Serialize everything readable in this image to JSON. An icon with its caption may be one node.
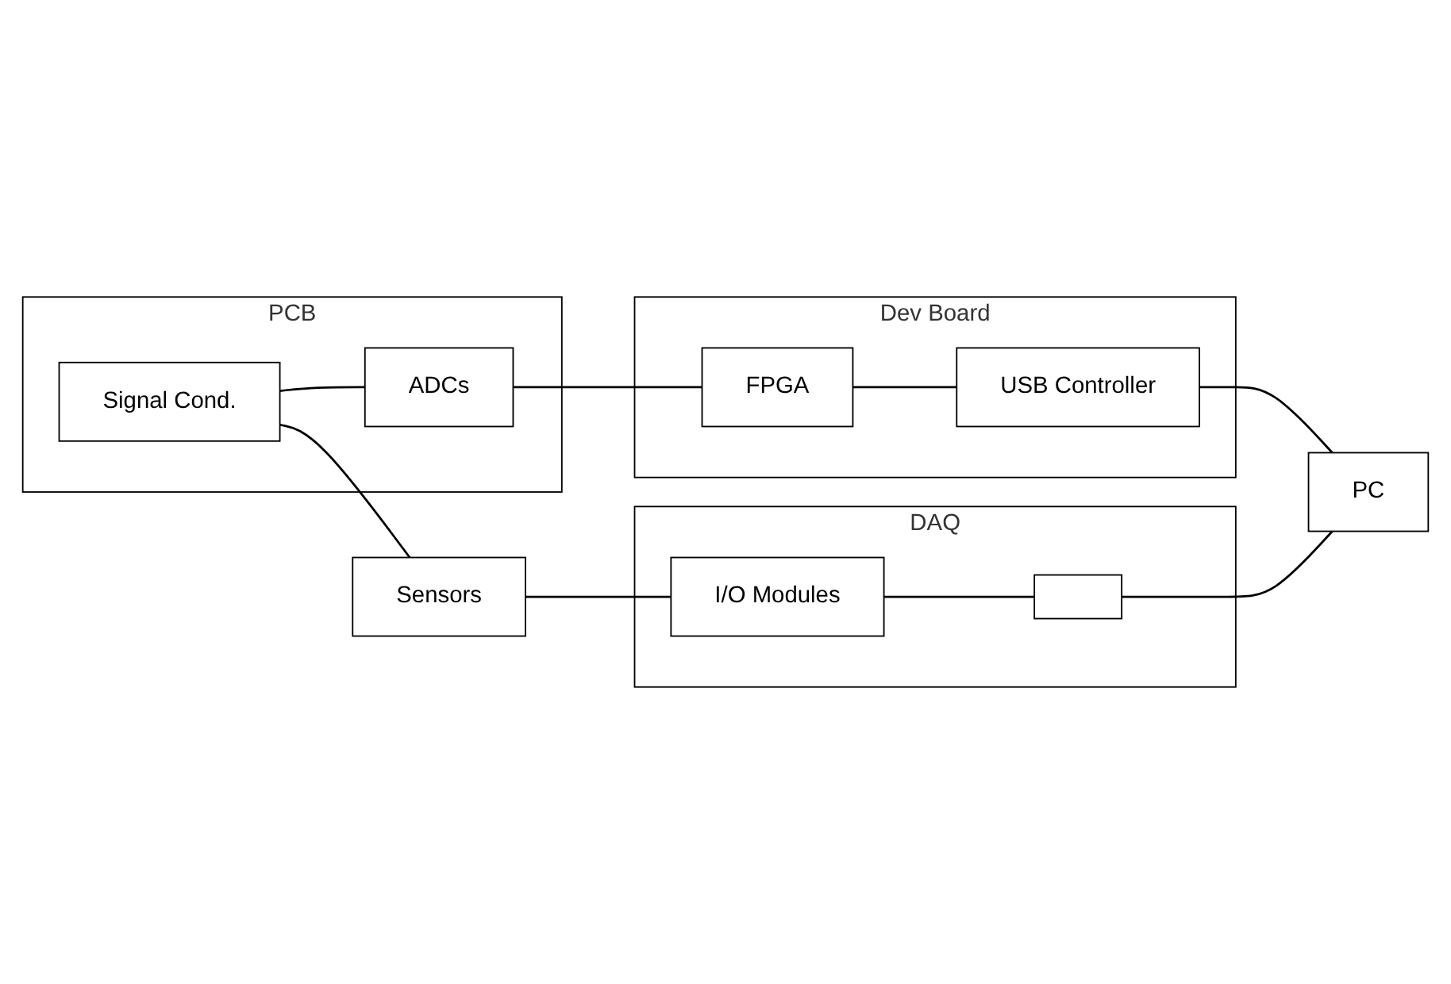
{
  "diagram": {
    "nodes": [
      {
        "text": [
          "PCB"
        ]
      },
      {
        "text": [
          "Signal Cond."
        ],
        "in": 0
      },
      {
        "text": [
          "ADCs"
        ],
        "in": 0
      },
      {
        "text": [
          "Dev Board"
        ]
      },
      {
        "text": [
          "FPGA"
        ],
        "in": 3
      },
      {
        "text": [
          "USB Controller"
        ],
        "in": 3
      },
      {
        "text": [
          "Sensors"
        ]
      },
      {
        "text": [
          "DAQ"
        ]
      },
      {
        "text": [
          "I/O Modules"
        ],
        "in": 7
      },
      {
        "text": [],
        "shape": "box",
        "in": 7
      },
      {
        "text": [
          "PC"
        ]
      }
    ],
    "edges": [
      {
        "from": 1,
        "to": 2,
        "arrow": "none"
      },
      {
        "from": 2,
        "to": 4,
        "arrow": "none"
      },
      {
        "from": 4,
        "to": 5,
        "arrow": "none"
      },
      {
        "from": 1,
        "to": 6,
        "arrow": "none"
      },
      {
        "from": 5,
        "to": 10,
        "arrow": "none"
      },
      {
        "from": 6,
        "to": 8,
        "arrow": "none"
      },
      {
        "from": 8,
        "to": 9,
        "arrow": "none"
      },
      {
        "from": 9,
        "to": 10,
        "arrow": "none"
      }
    ]
  }
}
